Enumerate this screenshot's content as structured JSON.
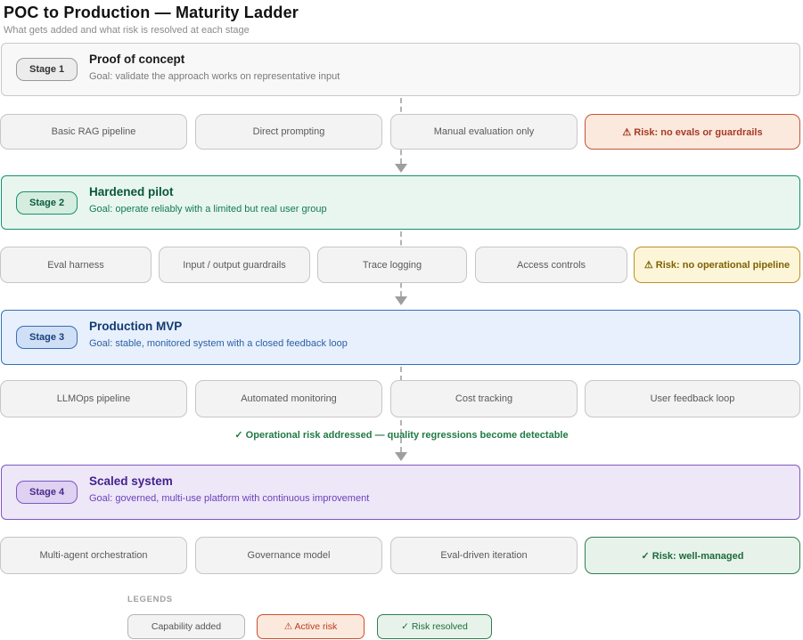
{
  "page": {
    "title": "POC to Production — Maturity Ladder",
    "subtitle": "What gets added and what risk is resolved at each stage"
  },
  "stages": [
    {
      "badge": "Stage 1",
      "title": "Proof of concept",
      "goal": "Goal: validate the approach works on representative input",
      "accent": "#c9c9c9",
      "chips": [
        {
          "label": "Basic RAG pipeline",
          "type": "capability"
        },
        {
          "label": "Direct prompting",
          "type": "capability"
        },
        {
          "label": "Manual evaluation only",
          "type": "capability"
        },
        {
          "label": "⚠ Risk: no evals or guardrails",
          "type": "risk-active"
        }
      ]
    },
    {
      "badge": "Stage 2",
      "title": "Hardened pilot",
      "goal": "Goal: operate reliably with a limited but real user group",
      "accent": "#14916f",
      "chips": [
        {
          "label": "Eval harness",
          "type": "capability"
        },
        {
          "label": "Input / output guardrails",
          "type": "capability"
        },
        {
          "label": "Trace logging",
          "type": "capability"
        },
        {
          "label": "Access controls",
          "type": "capability"
        },
        {
          "label": "⚠ Risk: no operational pipeline",
          "type": "risk-warning"
        }
      ]
    },
    {
      "badge": "Stage 3",
      "title": "Production MVP",
      "goal": "Goal: stable, monitored system with a closed feedback loop",
      "accent": "#3570b5",
      "chips": [
        {
          "label": "LLMOps pipeline",
          "type": "capability"
        },
        {
          "label": "Automated monitoring",
          "type": "capability"
        },
        {
          "label": "Cost tracking",
          "type": "capability"
        },
        {
          "label": "User feedback loop",
          "type": "capability"
        }
      ],
      "note": "✓ Operational risk addressed — quality regressions become detectable"
    },
    {
      "badge": "Stage 4",
      "title": "Scaled system",
      "goal": "Goal: governed, multi-use platform with continuous improvement",
      "accent": "#7e57c2",
      "chips": [
        {
          "label": "Multi-agent orchestration",
          "type": "capability"
        },
        {
          "label": "Governance model",
          "type": "capability"
        },
        {
          "label": "Eval-driven iteration",
          "type": "capability"
        },
        {
          "label": "✓ Risk: well-managed",
          "type": "risk-resolved"
        }
      ]
    }
  ],
  "legend": {
    "label": "LEGENDS",
    "items": [
      {
        "label": "Capability added",
        "type": "capability"
      },
      {
        "label": "⚠ Active risk",
        "type": "risk-active"
      },
      {
        "label": "✓ Risk resolved",
        "type": "risk-resolved"
      }
    ]
  },
  "colors": {
    "capability_bg": "#f3f3f3",
    "capability_border": "#c6c6c6",
    "risk_active_bg": "#fce9dd",
    "risk_active_border": "#c35438",
    "risk_active_text": "#a63a25",
    "risk_warning_bg": "#fdf5d8",
    "risk_warning_border": "#bb9126",
    "risk_warning_text": "#7d6203",
    "risk_resolved_bg": "#e7f3ea",
    "risk_resolved_border": "#2f7d4f",
    "risk_resolved_text": "#1d6b3a",
    "stage1_accent": "#c9c9c9",
    "stage2_accent": "#14916f",
    "stage3_accent": "#3570b5",
    "stage4_accent": "#7e57c2",
    "milestone_text": "#1f7a42",
    "connector": "#b3b3b3"
  }
}
